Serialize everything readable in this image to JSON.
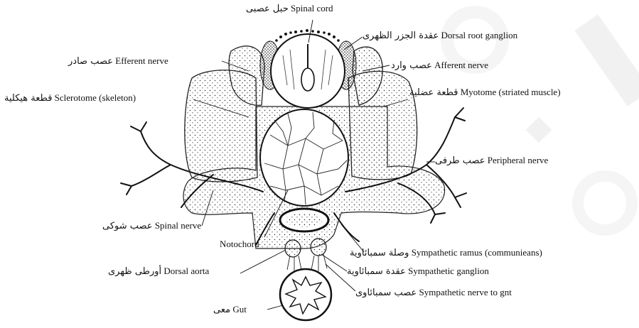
{
  "labels": {
    "spinal_cord": {
      "ar": "حبل عصبى",
      "en": "Spinal cord"
    },
    "dorsal_root_ganglion": {
      "ar": "عقدة الجزر الظهرى",
      "en": "Dorsal root ganglion"
    },
    "efferent_nerve": {
      "ar": "عصب صادر",
      "en": "Efferent nerve"
    },
    "afferent_nerve": {
      "ar": "عصب وارد",
      "en": "Afferent nerve"
    },
    "sclerotome": {
      "ar": "قطعة هيكلية",
      "en": "Sclerotome (skeleton)"
    },
    "myotome": {
      "ar": "قطعة عضلية",
      "en": "Myotome (striated muscle)"
    },
    "peripheral_nerve": {
      "ar": "عصب طرفى",
      "en": "Peripheral nerve"
    },
    "spinal_nerve": {
      "ar": "عصب شوكى",
      "en": "Spinal nerve"
    },
    "notochord": {
      "en": "Notochord"
    },
    "sympathetic_ramus": {
      "ar": "وصلة سمبائاوية",
      "en": "Sympathetic ramus (communieans)"
    },
    "dorsal_aorta": {
      "ar": "أورطى ظهرى",
      "en": "Dorsal aorta"
    },
    "sympathetic_ganglion": {
      "ar": "عقدة سمبائاوية",
      "en": "Sympathetic ganglion"
    },
    "sympathetic_nerve_to_gut": {
      "ar": "عصب سمبائاوى",
      "en": "Sympathetic nerve to gnt"
    },
    "gut": {
      "ar": "معى",
      "en": "Gut"
    }
  },
  "colors": {
    "ink": "#111111",
    "paper": "#ffffff",
    "watermark": "#d6d6d6"
  }
}
